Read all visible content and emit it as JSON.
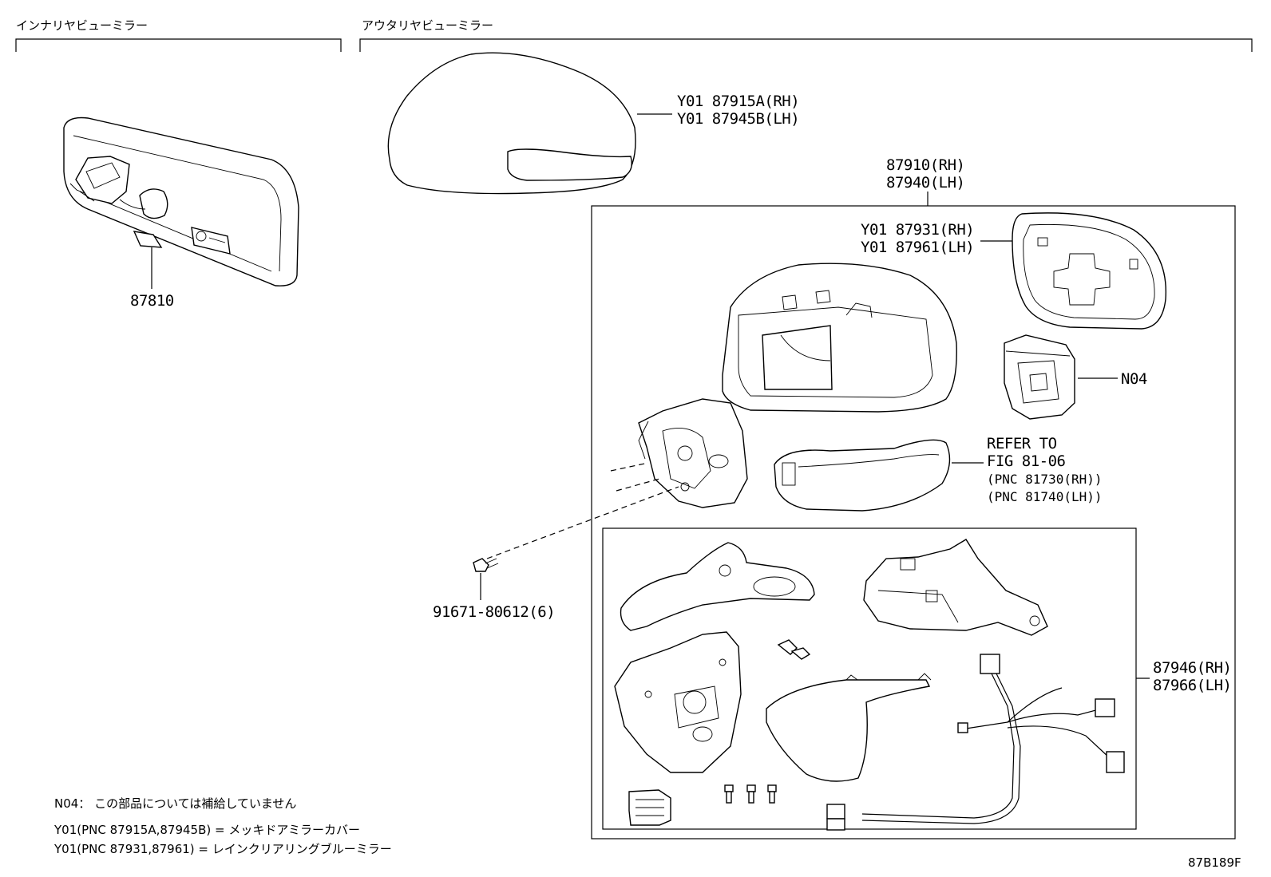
{
  "sections": {
    "inner": "インナリヤビューミラー",
    "outer": "アウタリヤビューミラー"
  },
  "parts": {
    "inner_mirror": "87810",
    "cover_rh": "Y01 87915A(RH)",
    "cover_lh": "Y01 87945B(LH)",
    "assy_rh": "87910(RH)",
    "assy_lh": "87940(LH)",
    "glass_rh": "Y01 87931(RH)",
    "glass_lh": "Y01 87961(LH)",
    "n04": "N04",
    "refer_1": "REFER TO",
    "refer_2": "FIG 81-06",
    "refer_3": "(PNC 81730(RH))",
    "refer_4": "(PNC 81740(LH))",
    "screw": "91671-80612(6)",
    "kit_rh": "87946(RH)",
    "kit_lh": "87966(LH)"
  },
  "notes": {
    "n04": "N04： この部品については補給していません",
    "y01_a": "Y01(PNC 87915A,87945B) = メッキドアミラーカバー",
    "y01_b": "Y01(PNC 87931,87961) = レインクリアリングブルーミラー"
  },
  "figure_id": "87B189F"
}
